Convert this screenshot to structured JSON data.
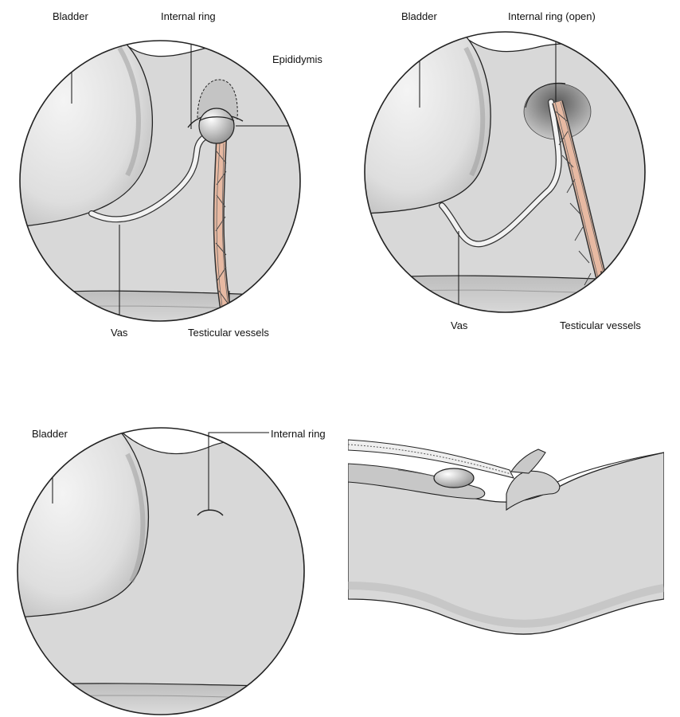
{
  "panels": [
    {
      "labels": {
        "bladder": "Bladder",
        "internal_ring": "Internal ring",
        "epididymis": "Epididymis",
        "vas": "Vas",
        "testicular_vessels": "Testicular vessels"
      }
    },
    {
      "labels": {
        "bladder": "Bladder",
        "internal_ring": "Internal ring (open)",
        "vas": "Vas",
        "testicular_vessels": "Testicular vessels"
      }
    },
    {
      "labels": {
        "bladder": "Bladder",
        "internal_ring": "Internal ring"
      }
    },
    {
      "labels": {}
    }
  ],
  "colors": {
    "background": "#ffffff",
    "tissue": "#d8d8d8",
    "bladder": "#e6e6e6",
    "vessel": "#e7b9a2",
    "outline": "#222222"
  }
}
